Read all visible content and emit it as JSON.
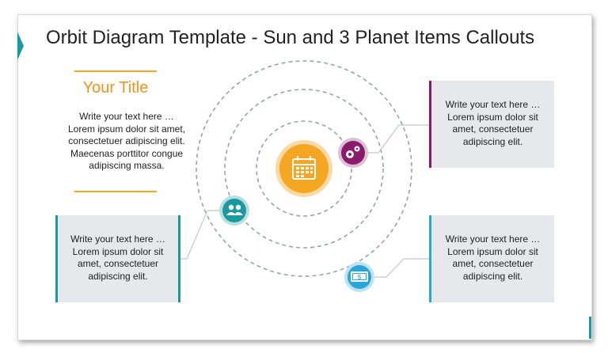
{
  "slide": {
    "title": "Orbit Diagram Template - Sun and 3 Planet Items Callouts"
  },
  "left_block": {
    "heading": "Your Title",
    "lines": [
      "Write your text here …",
      "Lorem ipsum dolor sit amet,",
      "consectetuer adipiscing elit.",
      "Maecenas porttitor congue",
      "adipiscing massa."
    ]
  },
  "callouts": [
    {
      "id": "top-right",
      "accent": "#8b1a6e",
      "lines": [
        "Write your text here …",
        "Lorem ipsum dolor sit",
        "amet, consectetuer",
        "adipiscing elit."
      ]
    },
    {
      "id": "bottom-left",
      "accent": "#1a9aa0",
      "lines": [
        "Write your text here …",
        "Lorem ipsum dolor sit",
        "amet, consectetuer",
        "adipiscing elit."
      ]
    },
    {
      "id": "bottom-right",
      "accent": "#29a6d8",
      "lines": [
        "Write your text here …",
        "Lorem ipsum dolor sit",
        "amet, consectetuer",
        "adipiscing elit."
      ]
    }
  ],
  "colors": {
    "sun": "#f5a623",
    "sun_ring": "#fbd9a6",
    "planet_gears": "#8b1a6e",
    "planet_people": "#1a9aa0",
    "planet_money": "#29a6d8",
    "orbit": "#9aa3ad",
    "accent": "#f5a623"
  },
  "icons": {
    "sun": "calendar-icon",
    "planet_1": "gears-icon",
    "planet_2": "people-icon",
    "planet_3": "money-icon"
  }
}
